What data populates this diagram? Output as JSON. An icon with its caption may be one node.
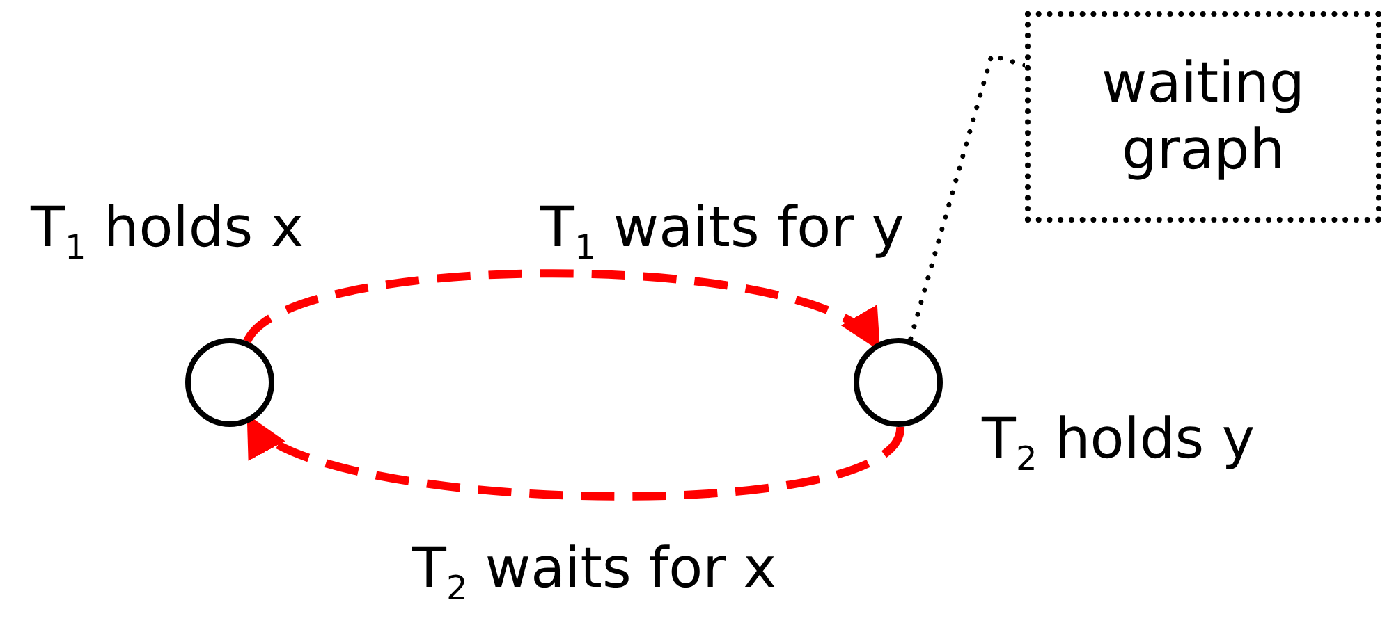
{
  "diagram": {
    "nodes": [
      {
        "text": [],
        "shape": "circle",
        "beside": [
          "T$_{1}$ holds x"
        ]
      },
      {
        "text": [],
        "shape": "circle",
        "beside": [
          "T$_{2}$ holds y"
        ]
      },
      {
        "text": [
          "waiting graph"
        ]
      }
    ],
    "edges": [
      {
        "from": 0,
        "to": 1,
        "arrow": "to",
        "label": "T$_{1}$ waits for y",
        "style": "dashed"
      },
      {
        "from": 1,
        "to": 0,
        "arrow": "to",
        "label": "T$_{2}$ waits for x",
        "style": "dashed"
      },
      {
        "from": 2,
        "to": 1,
        "arrow": "none",
        "style": "dashed",
        "color": "#000000"
      }
    ]
  }
}
